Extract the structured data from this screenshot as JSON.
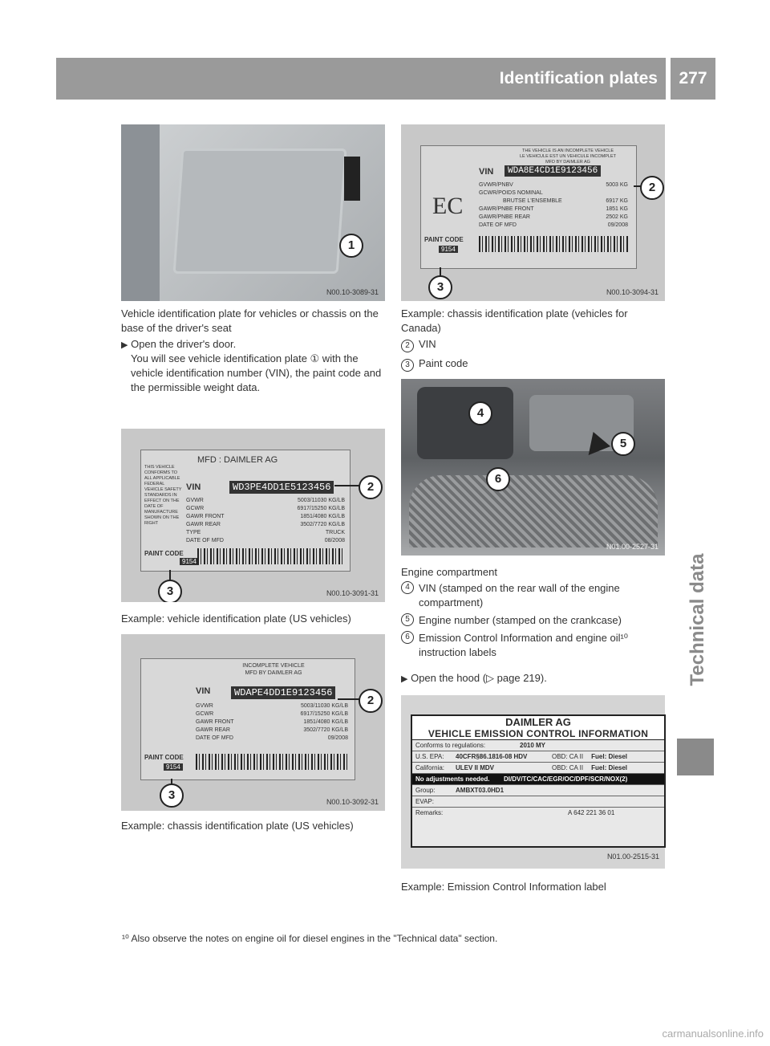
{
  "header": {
    "title": "Identification plates",
    "page_number": "277"
  },
  "side_tab": {
    "label": "Technical data"
  },
  "fig1": {
    "code": "N00.10-3089-31",
    "callout": "1",
    "caption": "Vehicle identification plate for vehicles or chassis on the base of the driver's seat",
    "bullet": "Open the driver's door.",
    "result": "You will see vehicle identification plate ① with the vehicle identification number (VIN), the paint code and the permissible weight data."
  },
  "fig2": {
    "code": "N00.10-3094-31",
    "callout_vin": "2",
    "callout_paint": "3",
    "ec": "EC",
    "header_lines": [
      "THE VEHICLE IS AN INCOMPLETE VEHICLE",
      "LE VEHICULE EST UN VEHICULE INCOMPLET",
      "MFD BY DAIMLER AG"
    ],
    "vin_label": "VIN",
    "vin": "WDA8E4CD1E9123456",
    "rows": [
      {
        "k": "GVWR/PNBV",
        "v": "5003 KG"
      },
      {
        "k": "GCWR/POIDS NOMINAL",
        "v": ""
      },
      {
        "k": "BRUTSE L'ENSEMBLE",
        "v": "6917 KG"
      },
      {
        "k": "GAWR/PNBE FRONT",
        "v": "1851 KG"
      },
      {
        "k": "GAWR/PNBE REAR",
        "v": "2502 KG"
      },
      {
        "k": "DATE OF MFD",
        "v": "09/2008"
      }
    ],
    "paint_label": "PAINT CODE",
    "paint_code": "9154",
    "caption": "Example: chassis identification plate (vehicles for Canada)",
    "legend": [
      {
        "num": "2",
        "text": "VIN"
      },
      {
        "num": "3",
        "text": "Paint code"
      }
    ]
  },
  "fig3": {
    "code": "N00.10-3091-31",
    "callout_vin": "2",
    "callout_paint": "3",
    "mfd": "MFD :  DAIMLER AG",
    "left_text": "THIS VEHICLE CONFORMS TO ALL APPLICABLE FEDERAL VEHICLE SAFETY STANDARDS IN EFFECT ON THE DATE OF MANUFACTURE SHOWN ON THE RIGHT",
    "vin_label": "VIN",
    "vin": "WD3PE4DD1E5123456",
    "rows": [
      {
        "k": "GVWR",
        "v": "5003/11030 KG/LB"
      },
      {
        "k": "GCWR",
        "v": "6917/15250 KG/LB"
      },
      {
        "k": "GAWR  FRONT",
        "v": "1851/4080 KG/LB"
      },
      {
        "k": "GAWR  REAR",
        "v": "3502/7720 KG/LB"
      },
      {
        "k": "TYPE",
        "v": "TRUCK"
      },
      {
        "k": "DATE  OF  MFD",
        "v": "08/2008"
      }
    ],
    "paint_label": "PAINT CODE",
    "paint_code": "9154",
    "caption": "Example: vehicle identification plate (US vehicles)"
  },
  "fig4": {
    "code": "N00.10-3092-31",
    "callout_vin": "2",
    "callout_paint": "3",
    "header_lines": [
      "INCOMPLETE VEHICLE",
      "MFD BY DAIMLER AG"
    ],
    "vin_label": "VIN",
    "vin": "WDAPE4DD1E9123456",
    "rows": [
      {
        "k": "GVWR",
        "v": "5003/11030 KG/LB"
      },
      {
        "k": "GCWR",
        "v": "6917/15250 KG/LB"
      },
      {
        "k": "GAWR  FRONT",
        "v": "1851/4080 KG/LB"
      },
      {
        "k": "GAWR  REAR",
        "v": "3502/7720 KG/LB"
      },
      {
        "k": "DATE  OF  MFD",
        "v": "09/2008"
      }
    ],
    "paint_label": "PAINT CODE",
    "paint_code": "9154",
    "caption": "Example: chassis identification plate (US vehicles)"
  },
  "fig5": {
    "code": "N01.00-2527-31",
    "callouts": [
      "4",
      "5",
      "6"
    ],
    "caption": "Engine compartment",
    "legend": [
      {
        "num": "4",
        "text": "VIN (stamped on the rear wall of the engine compartment)"
      },
      {
        "num": "5",
        "text": "Engine number (stamped on the crankcase)"
      },
      {
        "num": "6",
        "text": "Emission Control Information and engine oil¹⁰ instruction labels"
      }
    ],
    "bullet": "Open the hood (▷ page 219)."
  },
  "fig6": {
    "code": "N01.00-2515-31",
    "title1": "DAIMLER AG",
    "title2": "VEHICLE EMISSION CONTROL INFORMATION",
    "rows": [
      {
        "a": "Conforms to regulations:",
        "b": "2010 MY",
        "c": "",
        "d": ""
      },
      {
        "a": "U.S. EPA:",
        "b": "40CFR§86.1816-08 HDV",
        "c": "OBD: CA II",
        "d": "Fuel: Diesel"
      },
      {
        "a": "California:",
        "b": "ULEV II MDV",
        "c": "OBD: CA II",
        "d": "Fuel: Diesel"
      }
    ],
    "dark_row": {
      "a": "No adjustments needed.",
      "b": "DI/DV/TC/CAC/EGR/OC/DPF/SCR/NOX(2)"
    },
    "group": {
      "a": "Group:",
      "b": "AMBXT03.0HD1"
    },
    "evap": "EVAP:",
    "remarks": {
      "a": "Remarks:",
      "b": "A 642 221 36 01"
    },
    "caption": "Example: Emission Control Information label"
  },
  "footnote": "¹⁰ Also observe the notes on engine oil for diesel engines in the \"Technical data\" section.",
  "watermark": "carmanualsonline.info"
}
